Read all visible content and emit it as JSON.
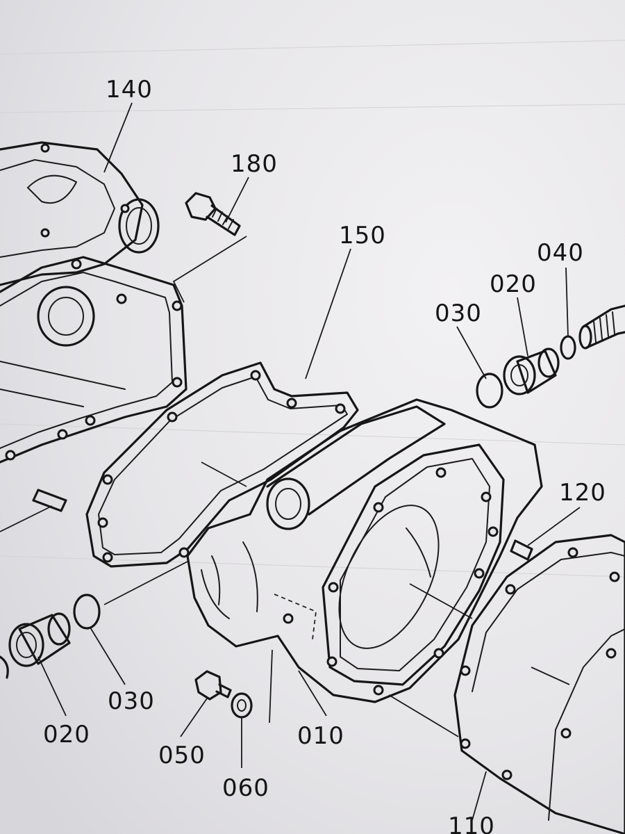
{
  "parts": [
    {
      "id": "p140",
      "number": "140"
    },
    {
      "id": "p180",
      "number": "180"
    },
    {
      "id": "p150",
      "number": "150"
    },
    {
      "id": "p030a",
      "number": "030"
    },
    {
      "id": "p020a",
      "number": "020"
    },
    {
      "id": "p040a",
      "number": "040"
    },
    {
      "id": "p120",
      "number": "120"
    },
    {
      "id": "p030b",
      "number": "030"
    },
    {
      "id": "p020b",
      "number": "020"
    },
    {
      "id": "p050",
      "number": "050"
    },
    {
      "id": "p060",
      "number": "060"
    },
    {
      "id": "p010",
      "number": "010"
    },
    {
      "id": "p110",
      "number": "110"
    }
  ]
}
